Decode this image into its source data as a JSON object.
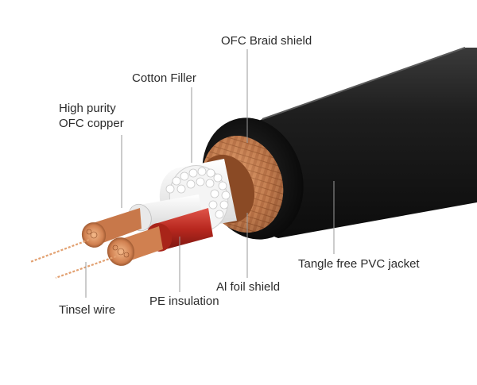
{
  "labels": {
    "braid": "OFC Braid shield",
    "filler": "Cotton Filler",
    "copper_line1": "High purity",
    "copper_line2": "OFC copper",
    "jacket": "Tangle free PVC jacket",
    "foil": "Al foil shield",
    "pe": "PE insulation",
    "tinsel": "Tinsel wire"
  },
  "colors": {
    "jacket": "#1f1f1f",
    "braid": "#b8734a",
    "foil": "#9a5a36",
    "filler": "#eeeeee",
    "insulation_red": "#b8281f",
    "copper": "#d9895a",
    "leader": "#9a9a9a"
  }
}
